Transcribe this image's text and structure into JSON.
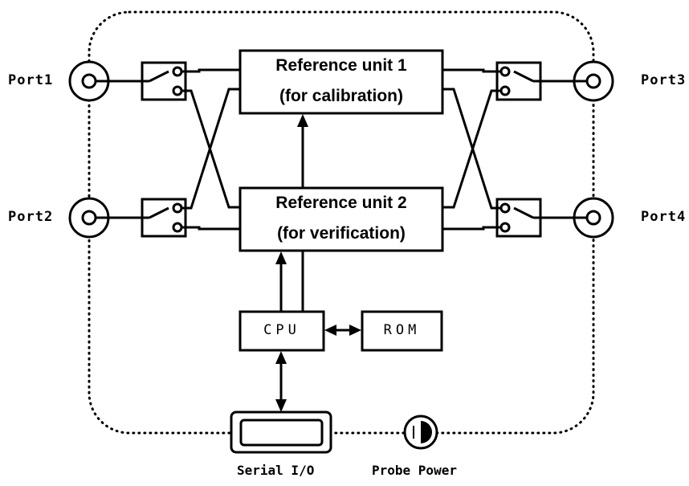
{
  "ports": {
    "port1": "Port1",
    "port2": "Port2",
    "port3": "Port3",
    "port4": "Port4"
  },
  "reference_units": {
    "unit1_line1": "Reference unit 1",
    "unit1_line2": "(for calibration)",
    "unit2_line1": "Reference unit 2",
    "unit2_line2": "(for verification)"
  },
  "blocks": {
    "cpu": "CPU",
    "rom": "ROM"
  },
  "connectors": {
    "serial": "Serial I/O",
    "probe_power": "Probe Power"
  }
}
